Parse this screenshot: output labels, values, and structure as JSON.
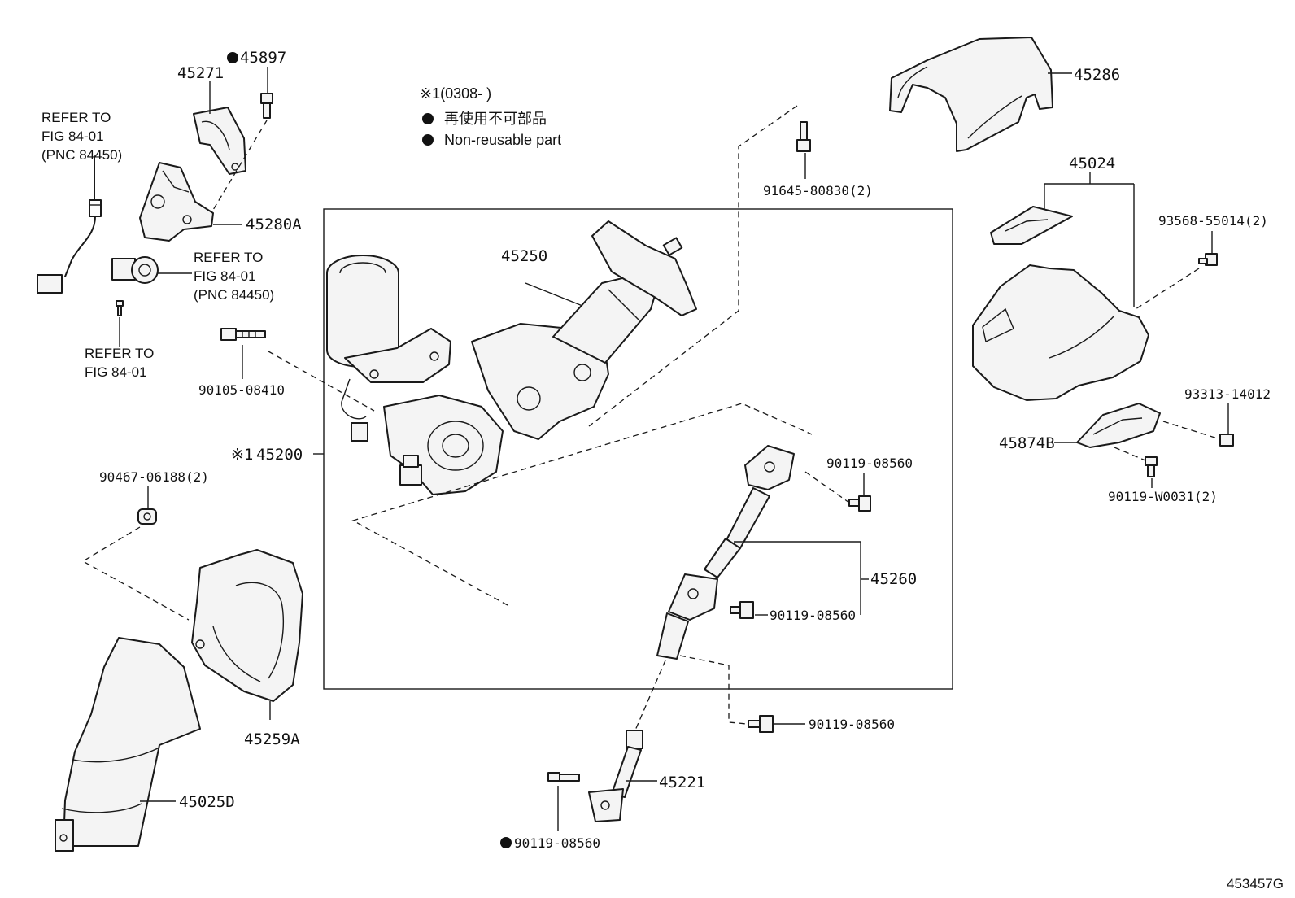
{
  "legend": {
    "variant_note": "※1(0308-      )",
    "non_reusable_jp": "再使用不可部品",
    "non_reusable_en": "Non-reusable part"
  },
  "refs": {
    "refer_a_line1": "REFER TO",
    "refer_a_line2": "FIG 84-01",
    "refer_a_line3": "(PNC 84450)",
    "refer_b_line1": "REFER TO",
    "refer_b_line2": "FIG 84-01",
    "refer_b_line3": "(PNC 84450)",
    "refer_c_line1": "REFER TO",
    "refer_c_line2": "FIG 84-01"
  },
  "labels": {
    "p45271": "45271",
    "p45897": "45897",
    "p45280A": "45280A",
    "p90105": "90105-08410",
    "p45200": "45200",
    "p45200_mark": "※1",
    "p90467": "90467-06188(2)",
    "p45259A": "45259A",
    "p45025D": "45025D",
    "p45250": "45250",
    "p91645": "91645-80830(2)",
    "p45286": "45286",
    "p45024": "45024",
    "p93568": "93568-55014(2)",
    "p93313": "93313-14012",
    "p45874B": "45874B",
    "p90119_w": "90119-W0031(2)",
    "p90119_a": "90119-08560",
    "p45260": "45260",
    "p90119_b": "90119-08560",
    "p90119_c": "90119-08560",
    "p45221": "45221",
    "p90119_d": "90119-08560",
    "figure_id": "453457G"
  }
}
